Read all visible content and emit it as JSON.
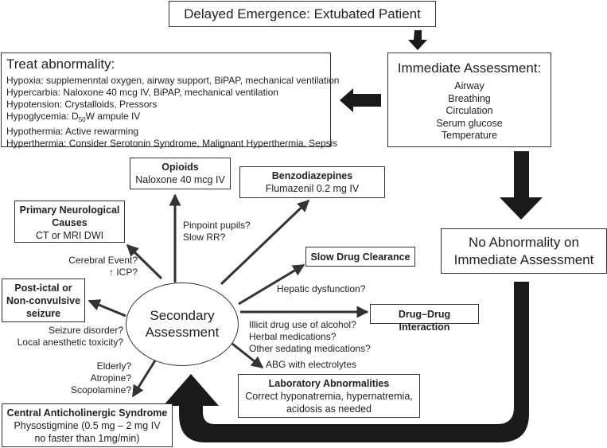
{
  "title": "Delayed Emergence: Extubated Patient",
  "immediate_assessment": {
    "heading": "Immediate Assessment:",
    "items": [
      "Airway",
      "Breathing",
      "Circulation",
      "Serum glucose",
      "Temperature"
    ]
  },
  "treat_abnormality": {
    "heading": "Treat abnormality:",
    "lines": [
      "Hypoxia: supplemenntal oxygen, airway support, BiPAP, mechanical ventilation",
      "Hypercarbia: Naloxone 40 mcg IV, BiPAP, mechanical ventilation",
      "Hypotension: Crystalloids, Pressors"
    ],
    "hypoglycemia_prefix": "Hypoglycemia: D",
    "hypoglycemia_sub": "50",
    "hypoglycemia_suffix": "W ampule IV",
    "lines_after": [
      "Hypothermia: Active rewarming",
      "Hyperthermia: Consider Serotonin Syndrome, Malignant Hyperthermia, Sepsis"
    ]
  },
  "no_abnormality": {
    "line1": "No Abnormality on",
    "line2": "Immediate Assessment"
  },
  "secondary_assessment": {
    "line1": "Secondary",
    "line2": "Assessment"
  },
  "branches": {
    "opioids": {
      "title": "Opioids",
      "detail": "Naloxone 40 mcg IV",
      "criteria": [
        "Pinpoint pupils?",
        "Slow RR?"
      ]
    },
    "benzodiazepines": {
      "title": "Benzodiazepines",
      "detail": "Flumazenil 0.2 mg IV"
    },
    "primary_neuro": {
      "title_l1": "Primary Neurological",
      "title_l2": "Causes",
      "detail": "CT or MRI DWI",
      "criteria": [
        "Cerebral Event?",
        "↑ ICP?"
      ]
    },
    "slow_clearance": {
      "title": "Slow Drug Clearance",
      "criteria": [
        "Hepatic dysfunction?"
      ]
    },
    "drug_interaction": {
      "title": "Drug–Drug Interaction",
      "criteria": [
        "Illicit drug use of alcohol?",
        "Herbal medications?",
        "Other sedating medications?"
      ]
    },
    "postictal": {
      "title_l1": "Post-ictal or",
      "title_l2": "Non-convulsive",
      "title_l3": "seizure",
      "criteria": [
        "Seizure disorder?",
        "Local anesthetic toxicity?"
      ]
    },
    "lab": {
      "title": "Laboratory Abnormalities",
      "detail_l1": "Correct hyponatremia, hypernatremia,",
      "detail_l2": "acidosis as needed",
      "criteria": [
        "ABG with electrolytes"
      ]
    },
    "anticholinergic": {
      "title": "Central Anticholinergic Syndrome",
      "detail_l1": "Physostigmine (0.5 mg – 2 mg IV",
      "detail_l2": "no faster than 1mg/min)",
      "criteria": [
        "Elderly?",
        "Atropine?",
        "Scopolamine?"
      ]
    }
  },
  "colors": {
    "arrow": "#1a1a1a",
    "border": "#333333",
    "text": "#222222"
  }
}
